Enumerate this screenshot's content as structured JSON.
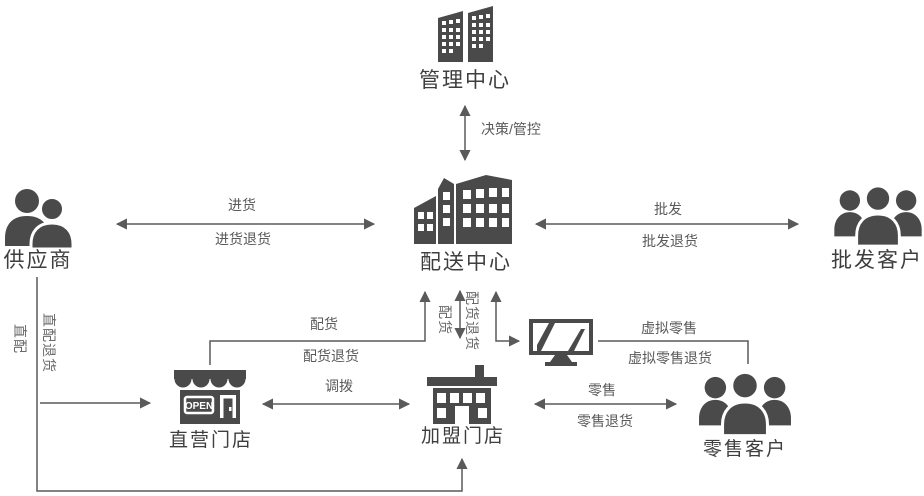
{
  "diagram": {
    "nodes": {
      "management_center": {
        "label": "管理中心"
      },
      "distribution_center": {
        "label": "配送中心"
      },
      "supplier": {
        "label": "供应商"
      },
      "wholesale_customer": {
        "label": "批发客户"
      },
      "direct_store": {
        "label": "直营门店",
        "sign_text": "OPEN"
      },
      "franchise_store": {
        "label": "加盟门店"
      },
      "retail_customer": {
        "label": "零售客户"
      }
    },
    "edges": {
      "decision_control": {
        "label": "决策/管控"
      },
      "purchase": {
        "label": "进货"
      },
      "purchase_return": {
        "label": "进货退货"
      },
      "wholesale": {
        "label": "批发"
      },
      "wholesale_return": {
        "label": "批发退货"
      },
      "dispatch_store": {
        "label": "配货"
      },
      "dispatch_store_return": {
        "label": "配货退货"
      },
      "dispatch_dc": {
        "label": "配货"
      },
      "dispatch_dc_return": {
        "label": "配货退货"
      },
      "transfer": {
        "label": "调拨"
      },
      "virtual_retail": {
        "label": "虚拟零售"
      },
      "virtual_retail_return": {
        "label": "虚拟零售退货"
      },
      "retail": {
        "label": "零售"
      },
      "retail_return": {
        "label": "零售退货"
      },
      "direct_delivery": {
        "label": "直配"
      },
      "direct_delivery_return": {
        "label": "直配退货"
      }
    },
    "colors": {
      "icon": "#4a4a4a",
      "line": "#5a5a5a",
      "edge_label": "#595959",
      "node_label": "#3e3e3e"
    }
  }
}
